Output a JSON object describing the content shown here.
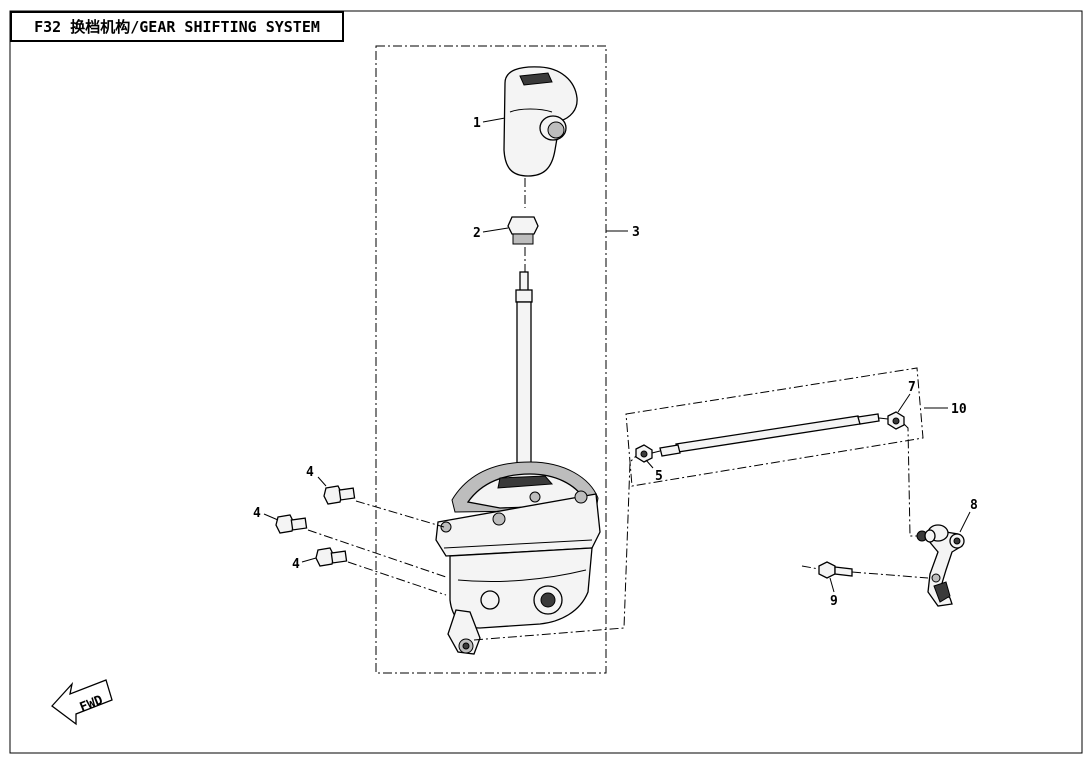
{
  "title": "F32 换档机构/GEAR SHIFTING SYSTEM",
  "fwd_label": "FWD",
  "callouts": {
    "c1": "1",
    "c2": "2",
    "c3": "3",
    "c4a": "4",
    "c4b": "4",
    "c4c": "4",
    "c5": "5",
    "c7": "7",
    "c8": "8",
    "c9": "9",
    "c10": "10"
  },
  "icons": {
    "fwd": "fwd-arrow-icon"
  }
}
